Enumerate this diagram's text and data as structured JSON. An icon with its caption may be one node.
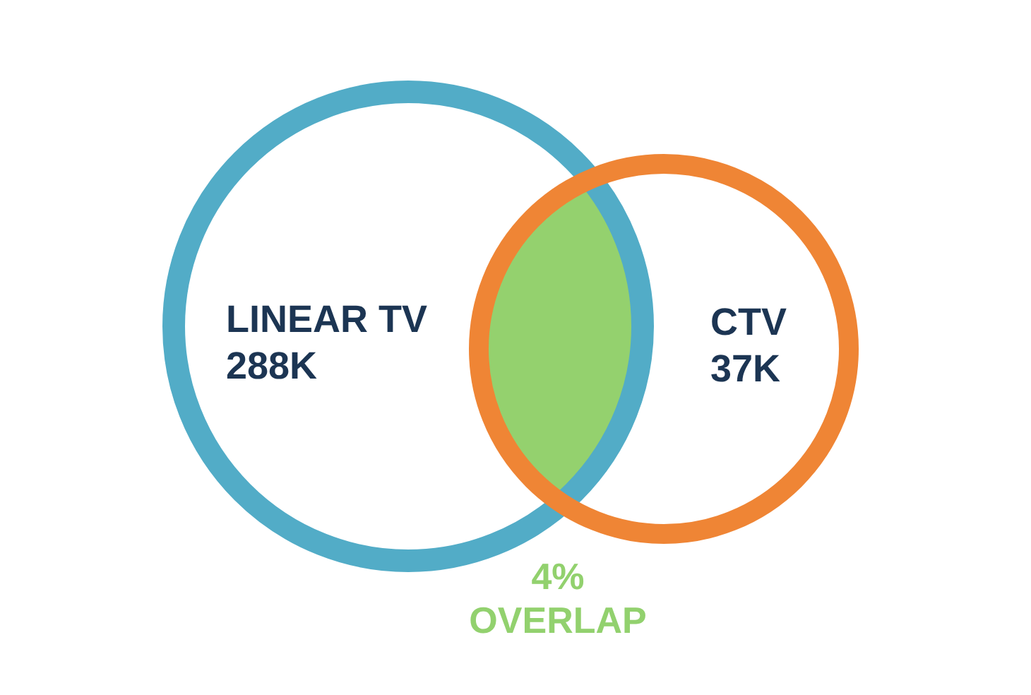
{
  "diagram": {
    "nodes": [
      {
        "text": [
          "LINEAR TV",
          "288K"
        ]
      },
      {
        "text": [
          "CTV",
          "37K"
        ]
      },
      {
        "text": [],
        "shape": "lens"
      }
    ],
    "labels": [
      "4% OVERLAP"
    ]
  }
}
